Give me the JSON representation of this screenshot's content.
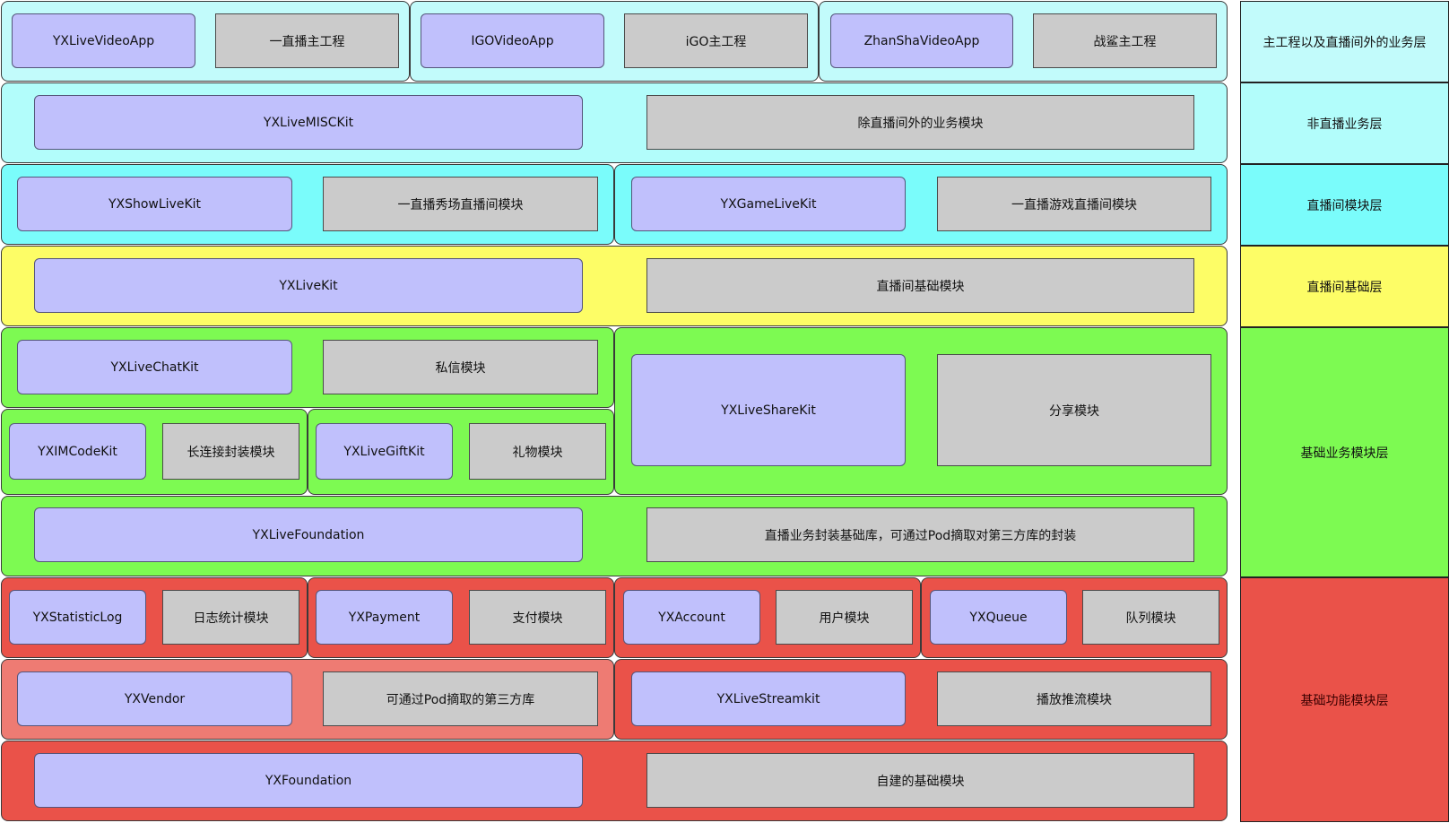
{
  "diagram": {
    "rows": [
      {
        "groups": [
          {
            "module": "YXLiveVideoApp",
            "description": "一直播主工程"
          },
          {
            "module": "IGOVideoApp",
            "description": "iGO主工程"
          },
          {
            "module": "ZhanShaVideoApp",
            "description": "战鲨主工程"
          }
        ]
      },
      {
        "groups": [
          {
            "module": "YXLiveMISCKit",
            "description": "除直播间外的业务模块"
          }
        ]
      },
      {
        "groups": [
          {
            "module": "YXShowLiveKit",
            "description": "一直播秀场直播间模块"
          },
          {
            "module": "YXGameLiveKit",
            "description": "一直播游戏直播间模块"
          }
        ]
      },
      {
        "groups": [
          {
            "module": "YXLiveKit",
            "description": "直播间基础模块"
          }
        ]
      },
      {
        "groups": [
          {
            "module": "YXLiveChatKit",
            "description": "私信模块"
          },
          {
            "module": "YXLiveShareKit",
            "description": "分享模块"
          }
        ]
      },
      {
        "groups": [
          {
            "module": "YXIMCodeKit",
            "description": "长连接封装模块"
          },
          {
            "module": "YXLiveGiftKit",
            "description": "礼物模块"
          }
        ]
      },
      {
        "groups": [
          {
            "module": "YXLiveFoundation",
            "description": "直播业务封装基础库，可通过Pod摘取对第三方库的封装"
          }
        ]
      },
      {
        "groups": [
          {
            "module": "YXStatisticLog",
            "description": "日志统计模块"
          },
          {
            "module": "YXPayment",
            "description": "支付模块"
          },
          {
            "module": "YXAccount",
            "description": "用户模块"
          },
          {
            "module": "YXQueue",
            "description": "队列模块"
          }
        ]
      },
      {
        "groups": [
          {
            "module": "YXVendor",
            "description": "可通过Pod摘取的第三方库"
          },
          {
            "module": "YXLiveStreamkit",
            "description": "播放推流模块"
          }
        ]
      },
      {
        "groups": [
          {
            "module": "YXFoundation",
            "description": "自建的基础模块"
          }
        ]
      }
    ],
    "layers": [
      {
        "label": "主工程以及直播间外的业务层",
        "color": "#c2fbfb"
      },
      {
        "label": "非直播业务层",
        "color": "#b2fdfb"
      },
      {
        "label": "直播间模块层",
        "color": "#7afcfb"
      },
      {
        "label": "直播间基础层",
        "color": "#fdfd66"
      },
      {
        "label": "基础业务模块层",
        "color": "#7dfa52"
      },
      {
        "label": "基础功能模块层",
        "color": "#ea5249"
      }
    ],
    "colors": {
      "module_box": "#c0c0fc",
      "description_box": "#cbcbcb"
    }
  }
}
